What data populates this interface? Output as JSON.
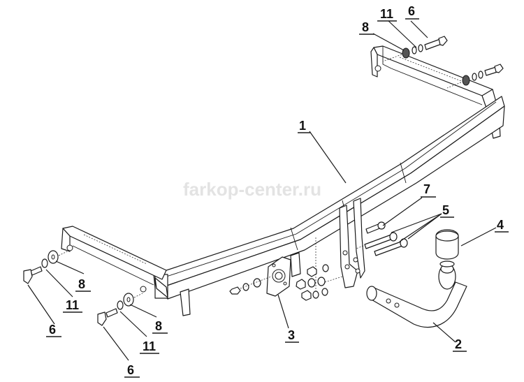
{
  "watermark": "farkop-center.ru",
  "callouts": {
    "part_1": "1",
    "part_2": "2",
    "part_3": "3",
    "part_4": "4",
    "part_5": "5",
    "part_6_left": "6",
    "part_6_mid": "6",
    "part_6_top": "6",
    "part_7": "7",
    "part_8_left": "8",
    "part_8_mid": "8",
    "part_8_top": "8",
    "part_11_left": "11",
    "part_11_mid": "11",
    "part_11_top": "11"
  }
}
